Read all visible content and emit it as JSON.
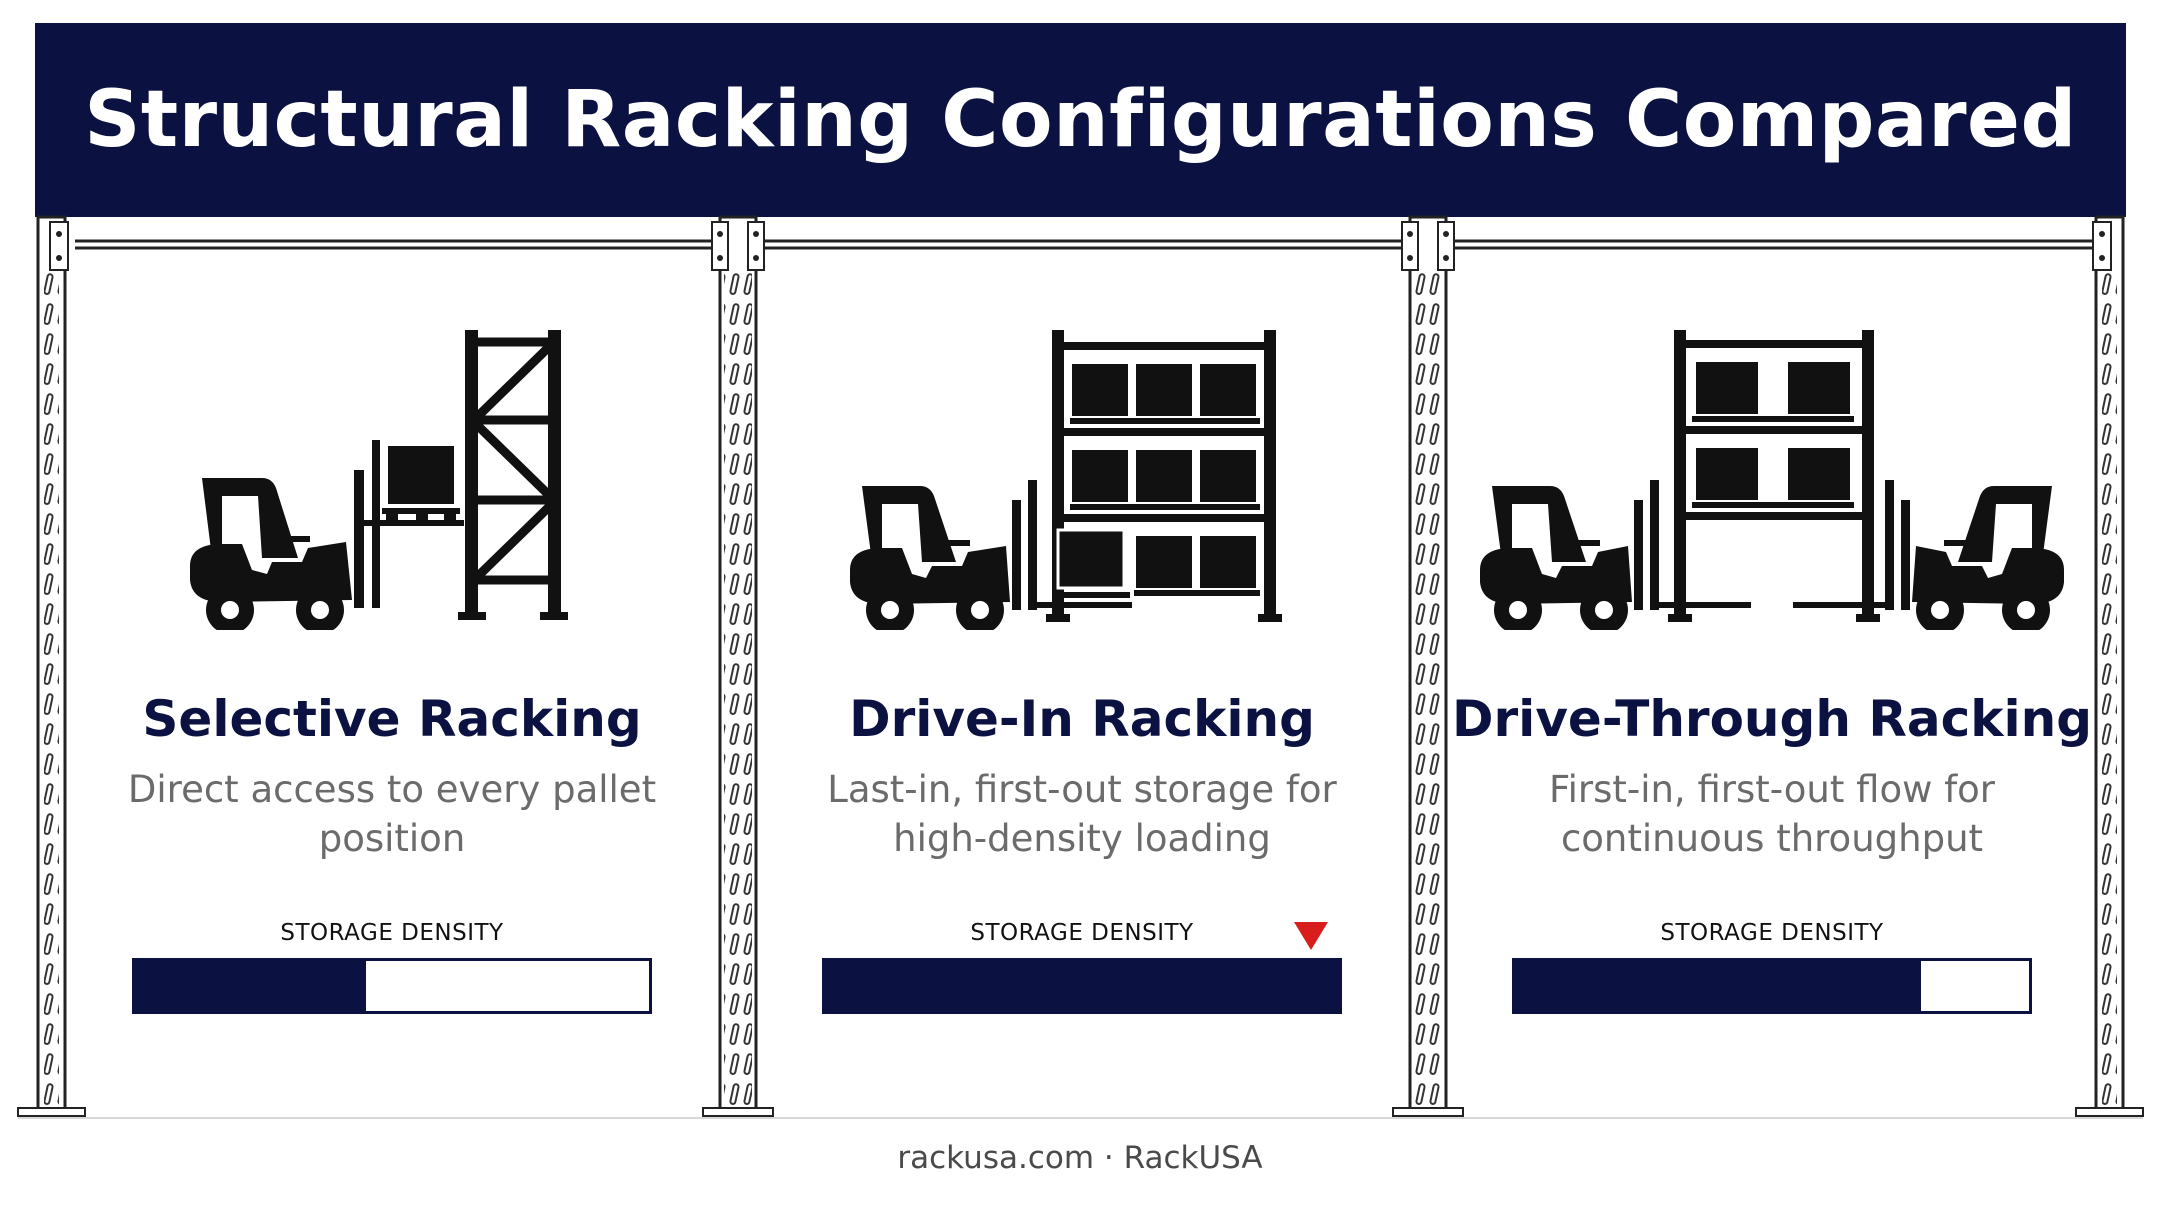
{
  "banner": {
    "title": "Structural Racking Configurations Compared"
  },
  "cards": [
    {
      "title": "Selective Racking",
      "description": "Direct access to every pallet position",
      "density_label": "STORAGE DENSITY",
      "storage_density_fraction": 0.45,
      "icon": "forklift-single-rack-icon"
    },
    {
      "title": "Drive-In Racking",
      "description": "Last-in, first-out storage for high-density loading",
      "density_label": "STORAGE DENSITY",
      "storage_density_fraction": 1.0,
      "marker": "red-triangle-marker",
      "icon": "forklift-drive-in-rack-icon"
    },
    {
      "title": "Drive-Through Racking",
      "description": "First-in, first-out flow for continuous throughput",
      "density_label": "STORAGE DENSITY",
      "storage_density_fraction": 0.79,
      "icon": "two-forklifts-drive-through-icon"
    }
  ],
  "footer": {
    "text": "rackusa.com · RackUSA"
  },
  "colors": {
    "navy": "#0b1242",
    "marker_red": "#d91c1c",
    "text_gray": "#6b6b6b"
  }
}
